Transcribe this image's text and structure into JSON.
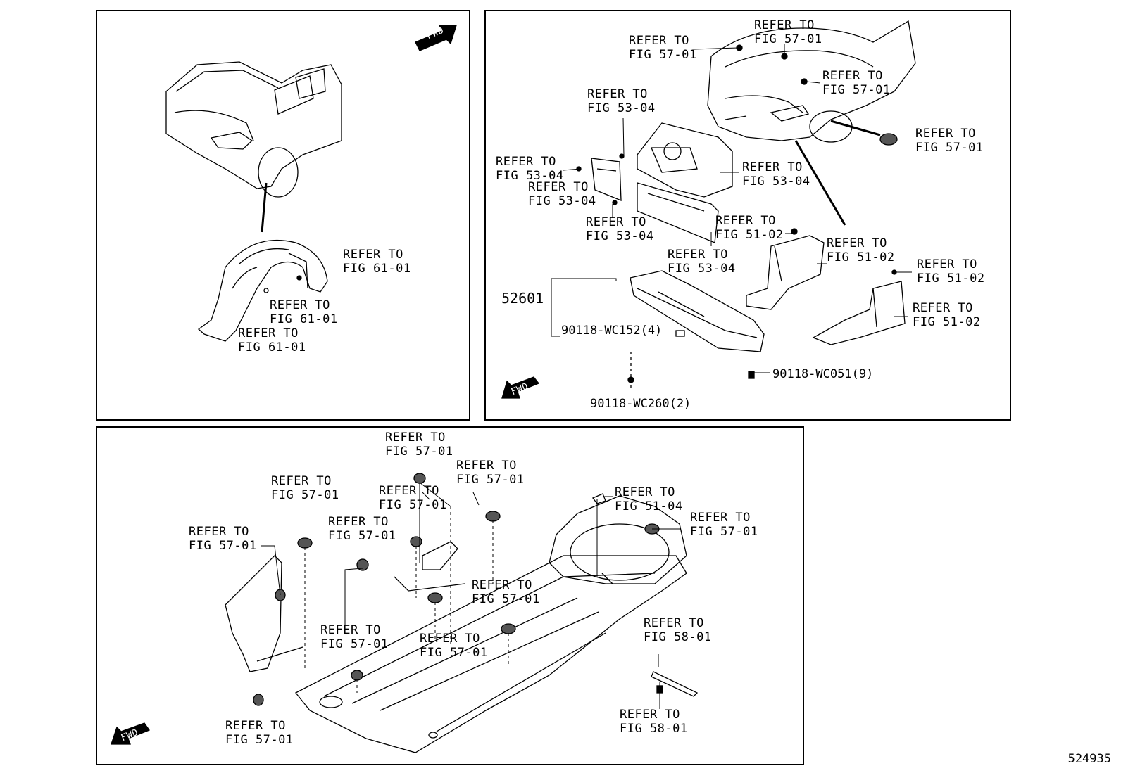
{
  "refs": {
    "fig_61_01": "FIG 61-01",
    "fig_57_01": "FIG 57-01",
    "fig_53_04": "FIG 53-04",
    "fig_51_02": "FIG 51-02",
    "fig_51_04": "FIG 51-04",
    "fig_58_01": "FIG 58-01",
    "refer_to": "REFER TO"
  },
  "fwd_label": "FWD",
  "parts": {
    "main_part": "52601",
    "bolt_152": "90118-WC152(4)",
    "bolt_051": "90118-WC051(9)",
    "bolt_260": "90118-WC260(2)"
  },
  "doc_id": "524935"
}
